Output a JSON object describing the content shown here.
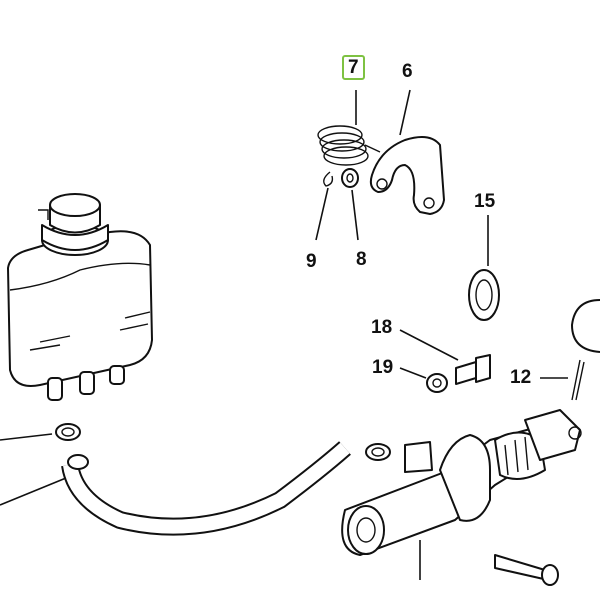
{
  "diagram": {
    "callouts": {
      "p7": "7",
      "p6": "6",
      "p15": "15",
      "p9": "9",
      "p8": "8",
      "p18": "18",
      "p19": "19",
      "p12": "12"
    },
    "highlighted_part": "7",
    "highlight_color": "#7ec242"
  }
}
